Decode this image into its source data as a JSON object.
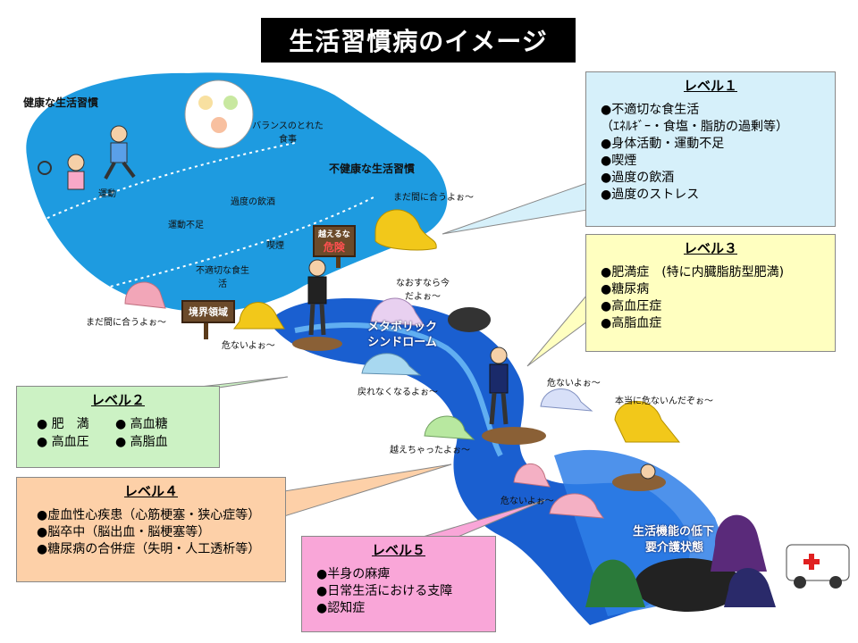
{
  "title": "生活習慣病のイメージ",
  "scene": {
    "healthy_label": "健康な生活習慣",
    "balanced_meal": "バランスのとれた食事",
    "exercise": "運動",
    "lack_exercise": "運動不足",
    "unhealthy_label": "不健康な生活習慣",
    "excess_drinking": "過度の飲酒",
    "smoking": "喫煙",
    "improper_diet": "不適切な食生活",
    "danger_sign_top": "越えるな",
    "danger_sign_main": "危険",
    "border_sign": "境界領域",
    "metabolic": "メタボリックシンドローム",
    "loss_label": "生活機能の低下",
    "care_label": "要介護状態",
    "speech_1": "まだ間に合うよぉ～",
    "speech_2": "まだ間に合うよぉ～",
    "speech_3": "なおすなら今だよぉ～",
    "speech_4": "危ないよぉ～",
    "speech_5": "戻れなくなるよぉ～",
    "speech_6": "危ないよぉ～",
    "speech_7": "本当に危ないんだぞぉ～",
    "speech_8": "越えちゃったよぉ～",
    "speech_9": "危ないよぉ～"
  },
  "levels": {
    "lv1": {
      "heading": "レベル１",
      "items": [
        "●不適切な食生活",
        "（ｴﾈﾙｷﾞｰ・食塩・脂肪の過剰等）",
        "●身体活動・運動不足",
        "●喫煙",
        "●過度の飲酒",
        "●過度のストレス"
      ]
    },
    "lv2": {
      "heading": "レベル２",
      "items": [
        "● 肥　満",
        "● 高血糖",
        "● 高血圧",
        "● 高脂血"
      ]
    },
    "lv3": {
      "heading": "レベル３",
      "items": [
        "●肥満症　(特に内臓脂肪型肥満)",
        "●糖尿病",
        "●高血圧症",
        "●高脂血症"
      ]
    },
    "lv4": {
      "heading": "レベル４",
      "items": [
        "●虚血性心疾患（心筋梗塞・狭心症等）",
        "●脳卒中（脳出血・脳梗塞等）",
        "●糖尿病の合併症（失明・人工透析等）"
      ]
    },
    "lv5": {
      "heading": "レベル５",
      "items": [
        "●半身の麻痺",
        "●日常生活における支障",
        "●認知症"
      ]
    }
  },
  "colors": {
    "healthy_blue": "#1e9be0",
    "river_blue": "#1a5fd0",
    "lv1": "#d6f0fa",
    "lv2": "#ccf2c4",
    "lv3": "#ffffc0",
    "lv4": "#fdd0a8",
    "lv5": "#f9a6d8"
  }
}
